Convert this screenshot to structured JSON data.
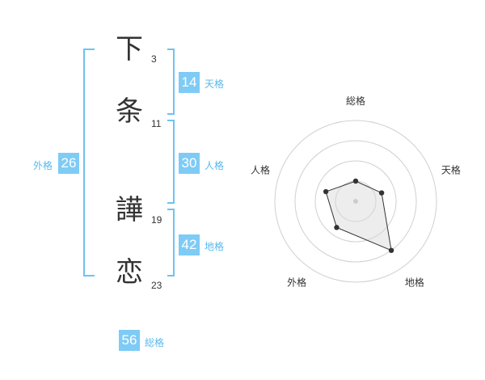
{
  "name": {
    "chars": [
      {
        "char": "下",
        "strokes": "3"
      },
      {
        "char": "条",
        "strokes": "11"
      },
      {
        "char": "譁",
        "strokes": "19"
      },
      {
        "char": "恋",
        "strokes": "23"
      }
    ]
  },
  "fortune": {
    "tenkaku": {
      "value": "14",
      "label": "天格"
    },
    "jinkaku": {
      "value": "30",
      "label": "人格"
    },
    "chikaku": {
      "value": "42",
      "label": "地格"
    },
    "gaikaku": {
      "value": "26",
      "label": "外格"
    },
    "soukaku": {
      "value": "56",
      "label": "総格"
    }
  },
  "colors": {
    "accent": "#7ecbf6",
    "bracket": "#6ec3f1",
    "label": "#5ab9ea"
  },
  "chart_data": {
    "type": "radar",
    "axes": [
      "総格",
      "天格",
      "地格",
      "外格",
      "人格"
    ],
    "max": 4,
    "rings": 4,
    "values": [
      1.0,
      1.35,
      3.0,
      1.6,
      1.55
    ]
  }
}
